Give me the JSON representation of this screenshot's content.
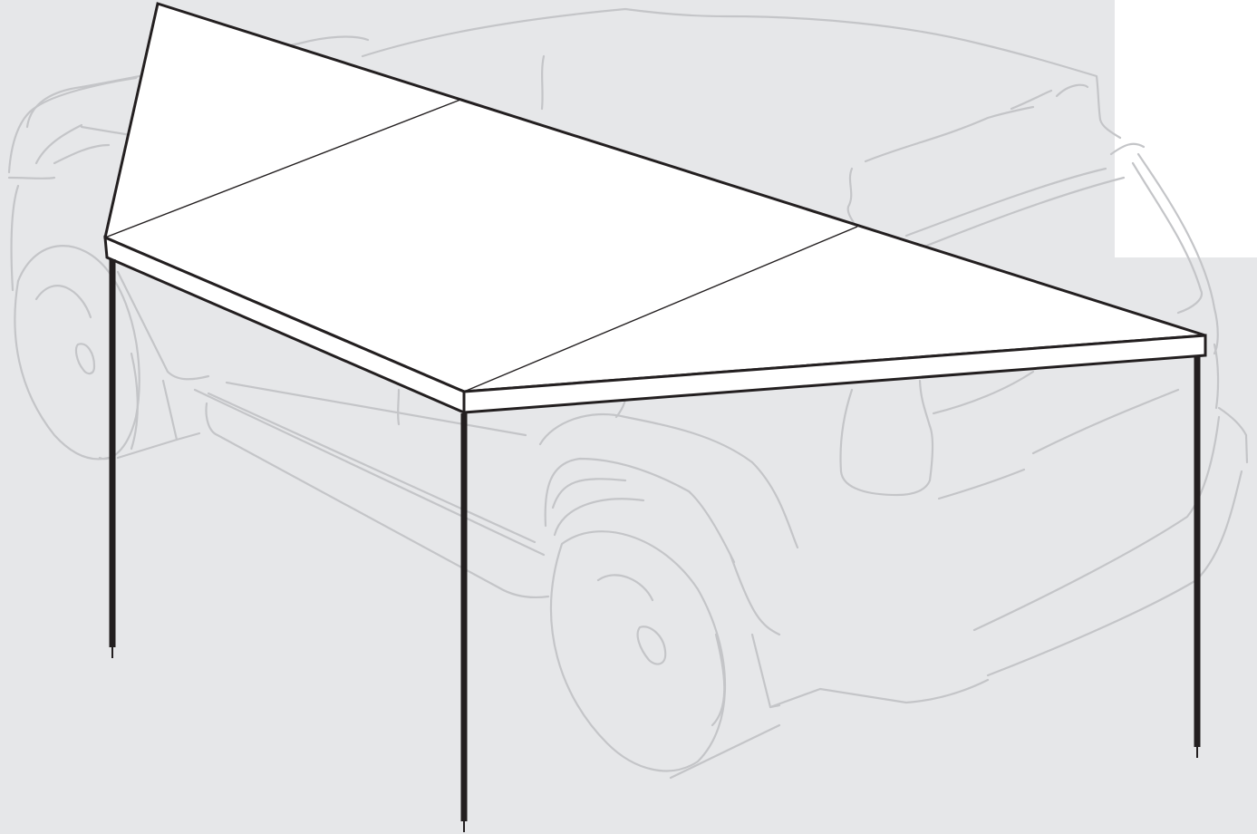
{
  "figure": {
    "subject": "car-side-awning-deployed",
    "colors": {
      "background_panel": "#e6e7e9",
      "page": "#ffffff",
      "vehicle_outline": "#c4c5c8",
      "awning_fill": "#ffffff",
      "awning_outline": "#231f20",
      "pole": "#231f20"
    },
    "parts": {
      "vehicle": "vehicle-outline",
      "canopy": "awning-canopy",
      "front_bar": "awning-front-bar",
      "side_bar": "awning-side-bar",
      "poles": [
        "pole-left",
        "pole-front-center",
        "pole-right"
      ]
    }
  }
}
